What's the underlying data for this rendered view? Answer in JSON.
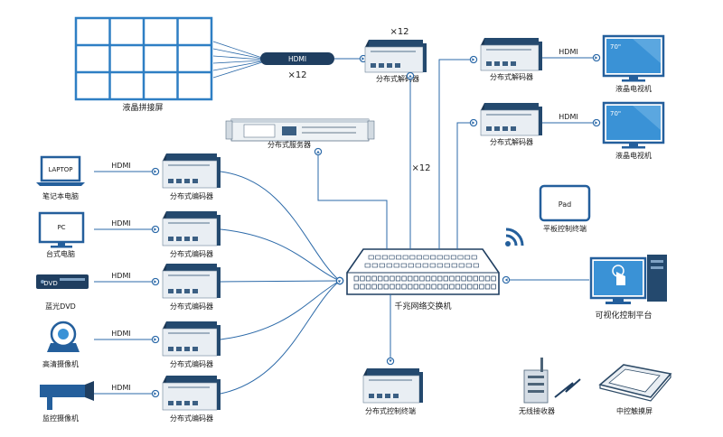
{
  "colors": {
    "accent": "#2b69a8",
    "device": "#24496e",
    "screen": "#3a92d6",
    "text": "#1a1a1a"
  },
  "video_wall": {
    "label": "液晶拼接屏",
    "rows": 3,
    "cols": 4
  },
  "hdmi_cable": {
    "label": "HDMI",
    "count": "×12"
  },
  "top_decoder": {
    "label": "分布式解码器",
    "count": "×12"
  },
  "server": {
    "label": "分布式服务器"
  },
  "uplink_count": "×12",
  "decoders_right": [
    {
      "label": "分布式解码器",
      "link": "HDMI",
      "tv_label": "液晶电视机",
      "tv_size": "70\""
    },
    {
      "label": "分布式解码器",
      "link": "HDMI",
      "tv_label": "液晶电视机",
      "tv_size": "70\""
    }
  ],
  "sources": [
    {
      "label": "笔记本电脑",
      "icon": "laptop-icon",
      "screen_text": "LAPTOP",
      "link": "HDMI",
      "encoder": "分布式编码器"
    },
    {
      "label": "台式电脑",
      "icon": "desktop-pc-icon",
      "screen_text": "PC",
      "link": "HDMI",
      "encoder": "分布式编码器"
    },
    {
      "label": "蓝光DVD",
      "icon": "dvd-player-icon",
      "screen_text": "DVD",
      "link": "HDMI",
      "encoder": "分布式编码器"
    },
    {
      "label": "高清摄像机",
      "icon": "ptz-camera-icon",
      "screen_text": "",
      "link": "HDMI",
      "encoder": "分布式编码器"
    },
    {
      "label": "监控摄像机",
      "icon": "cctv-camera-icon",
      "screen_text": "",
      "link": "HDMI",
      "encoder": "分布式编码器"
    }
  ],
  "switch": {
    "label": "千兆网络交换机"
  },
  "pad": {
    "label": "平板控制终端",
    "screen_text": "Pad"
  },
  "visual_platform": {
    "label": "可视化控制平台"
  },
  "control_terminal": {
    "label": "分布式控制终端"
  },
  "wireless_receiver": {
    "label": "无线接收器"
  },
  "touch_panel": {
    "label": "中控触摸屏"
  }
}
